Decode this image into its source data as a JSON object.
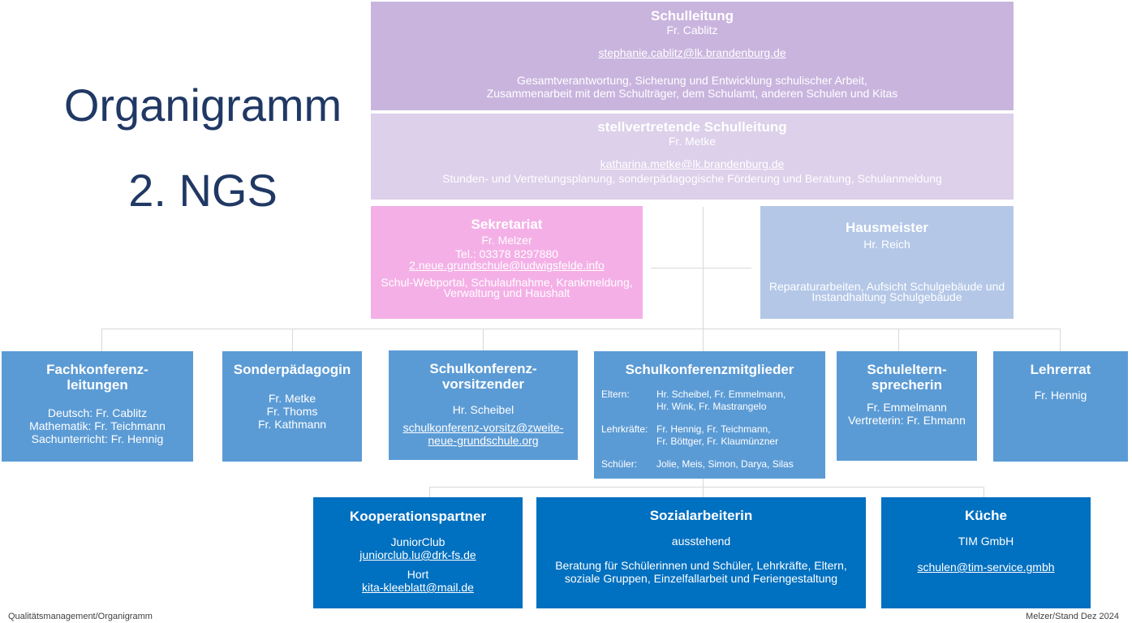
{
  "title": "Organigramm",
  "subtitle": "2. NGS",
  "schulleitung": {
    "title": "Schulleitung",
    "name": "Fr. Cablitz",
    "email": "stephanie.cablitz@lk.brandenburg.de",
    "desc1": "Gesamtverantwortung, Sicherung und Entwicklung schulischer Arbeit,",
    "desc2": "Zusammenarbeit mit dem Schulträger, dem Schulamt, anderen Schulen und Kitas"
  },
  "stellv": {
    "title": "stellvertretende Schulleitung",
    "name": "Fr. Metke",
    "email": "katharina.metke@lk.brandenburg.de",
    "desc": "Stunden- und Vertretungsplanung, sonderpädagogische Förderung und Beratung, Schulanmeldung"
  },
  "sekretariat": {
    "title": "Sekretariat",
    "name": "Fr. Melzer",
    "tel": "Tel.: 03378 8297880",
    "email": "2.neue.grundschule@ludwigsfelde.info",
    "desc1": "Schul-Webportal, Schulaufnahme, Krankmeldung,",
    "desc2": "Verwaltung und Haushalt"
  },
  "hausmeister": {
    "title": "Hausmeister",
    "name": "Hr. Reich",
    "desc1": "Reparaturarbeiten, Aufsicht Schulgebäude und",
    "desc2": "Instandhaltung Schulgebäude"
  },
  "fachkonferenz": {
    "title1": "Fachkonferenz-",
    "title2": "leitungen",
    "l1": "Deutsch: Fr. Cablitz",
    "l2": "Mathematik: Fr. Teichmann",
    "l3": "Sachunterricht: Fr. Hennig"
  },
  "sonder": {
    "title": "Sonderpädagogin",
    "l1": "Fr. Metke",
    "l2": "Fr. Thoms",
    "l3": "Fr. Kathmann"
  },
  "skvors": {
    "title1": "Schulkonferenz-",
    "title2": "vorsitzender",
    "name": "Hr. Scheibel",
    "email1": "schulkonferenz-vorsitz@zweite-",
    "email2": "neue-grundschule.org"
  },
  "skmit": {
    "title": "Schulkonferenzmitglieder",
    "eltern_label": "Eltern:",
    "eltern1": "Hr. Scheibel, Fr. Emmelmann,",
    "eltern2": "Hr. Wink, Fr. Mastrangelo",
    "lehr_label": "Lehrkräfte:",
    "lehr1": "Fr. Hennig, Fr. Teichmann,",
    "lehr2": "Fr. Böttger, Fr. Klaumünzner",
    "schueler_label": "Schüler:",
    "schueler": "Jolie, Meis, Simon, Darya, Silas"
  },
  "eltern": {
    "title1": "Schuleltern-",
    "title2": "sprecherin",
    "l1": "Fr. Emmelmann",
    "l2": "Vertreterin: Fr. Ehmann"
  },
  "lehrerrat": {
    "title": "Lehrerrat",
    "name": "Fr. Hennig"
  },
  "koop": {
    "title": "Kooperationspartner",
    "l1": "JuniorClub",
    "email1": "juniorclub.lu@drk-fs.de",
    "l2": "Hort",
    "email2": "kita-kleeblatt@mail.de"
  },
  "sozial": {
    "title": "Sozialarbeiterin",
    "name": "ausstehend",
    "desc1": "Beratung für Schülerinnen und Schüler, Lehrkräfte, Eltern,",
    "desc2": "soziale Gruppen, Einzelfallarbeit und Feriengestaltung"
  },
  "kueche": {
    "title": "Küche",
    "name": "TIM GmbH",
    "email": "schulen@tim-service.gmbh"
  },
  "footer_left": "Qualitätsmanagement/Organigramm",
  "footer_right": "Melzer/Stand Dez 2024",
  "colors": {
    "schulleitung": "#c9b4de",
    "stellv": "#dcd0ea",
    "sekretariat": "#f4b0e6",
    "hausmeister": "#b4c7e7",
    "mid_blue": "#5b9bd5",
    "dark_blue": "#0070c0",
    "title_color": "#203864"
  }
}
